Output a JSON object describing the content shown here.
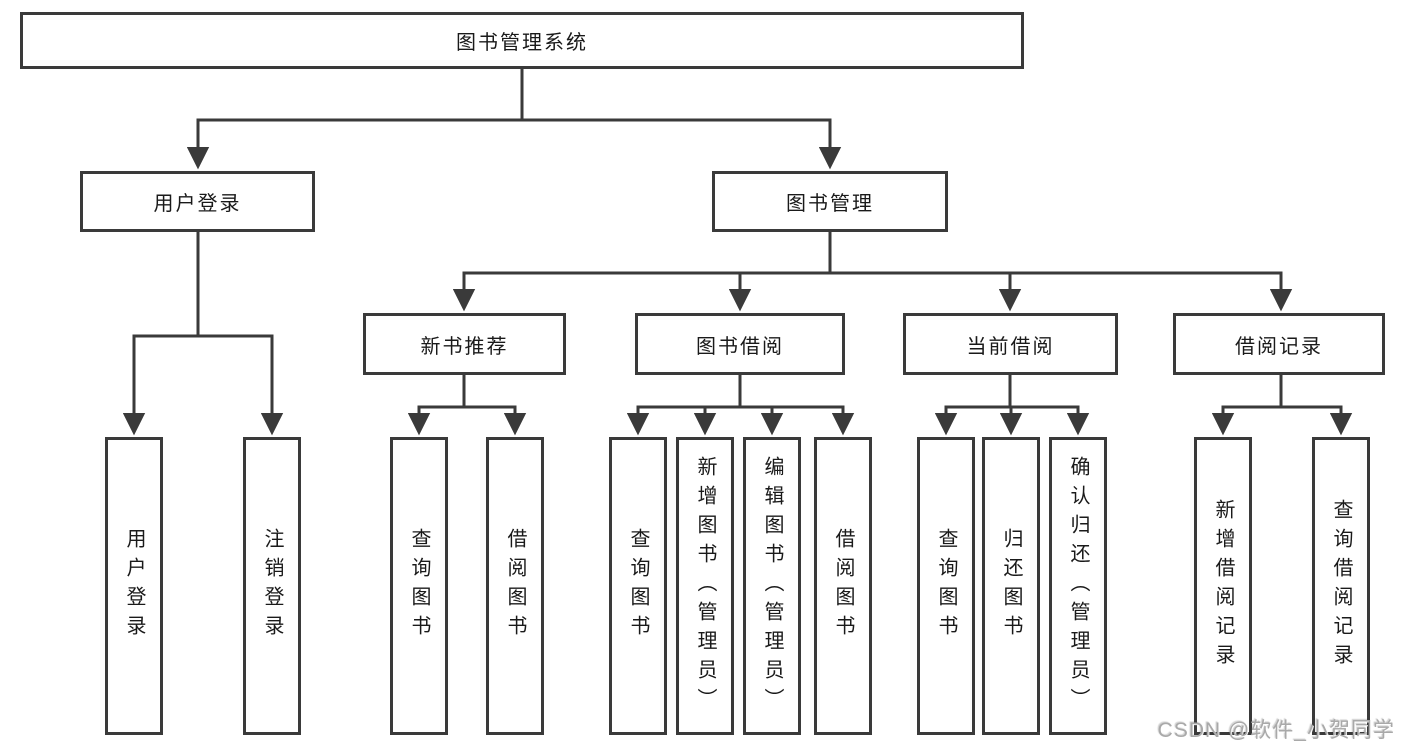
{
  "diagram": {
    "title": "图书管理系统",
    "branches": [
      {
        "label": "用户登录",
        "leaves": [
          "用户登录",
          "注销登录"
        ]
      },
      {
        "label": "图书管理",
        "sections": [
          {
            "label": "新书推荐",
            "leaves": [
              "查询图书",
              "借阅图书"
            ]
          },
          {
            "label": "图书借阅",
            "leaves": [
              "查询图书",
              "新增图书（管理员）",
              "编辑图书（管理员）",
              "借阅图书"
            ]
          },
          {
            "label": "当前借阅",
            "leaves": [
              "查询图书",
              "归还图书",
              "确认归还（管理员）"
            ]
          },
          {
            "label": "借阅记录",
            "leaves": [
              "新增借阅记录",
              "查询借阅记录"
            ]
          }
        ]
      }
    ]
  },
  "watermark": "CSDN @软件_小贺同学",
  "colors": {
    "line": "#3a3a3a",
    "text": "#1a1a1a",
    "watermark": "#a9a9a9",
    "background": "#ffffff"
  }
}
